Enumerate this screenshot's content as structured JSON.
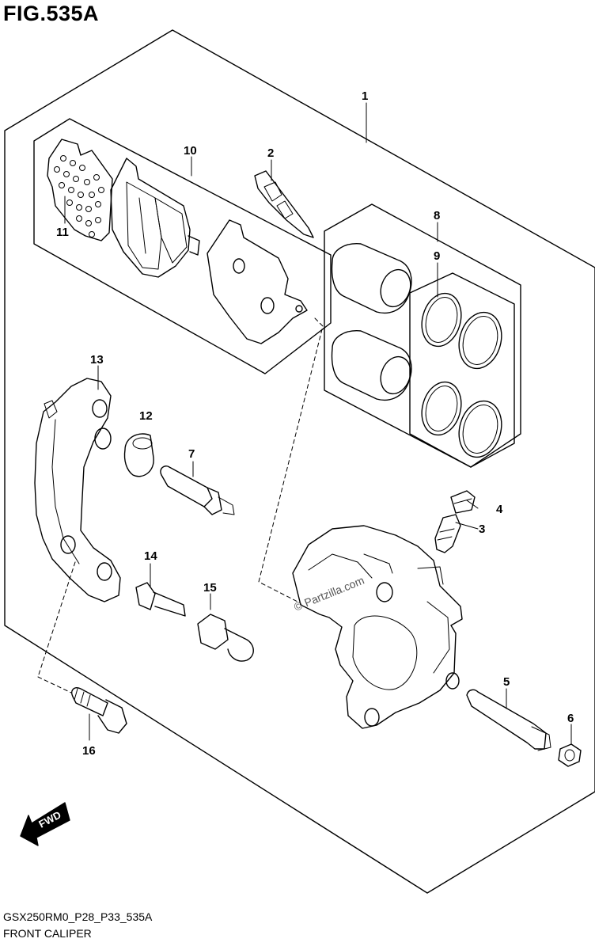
{
  "figure": {
    "title": "FIG.535A",
    "model_code": "GSX250RM0_P28_P33_535A",
    "caption": "FRONT CALIPER"
  },
  "watermark": "© Partzilla.com",
  "direction_label": "FWD",
  "callouts": {
    "c1": "1",
    "c2": "2",
    "c3": "3",
    "c4": "4",
    "c5": "5",
    "c6": "6",
    "c7": "7",
    "c8": "8",
    "c9": "9",
    "c10": "10",
    "c11": "11",
    "c12": "12",
    "c13": "13",
    "c14": "14",
    "c15": "15",
    "c16": "16"
  }
}
